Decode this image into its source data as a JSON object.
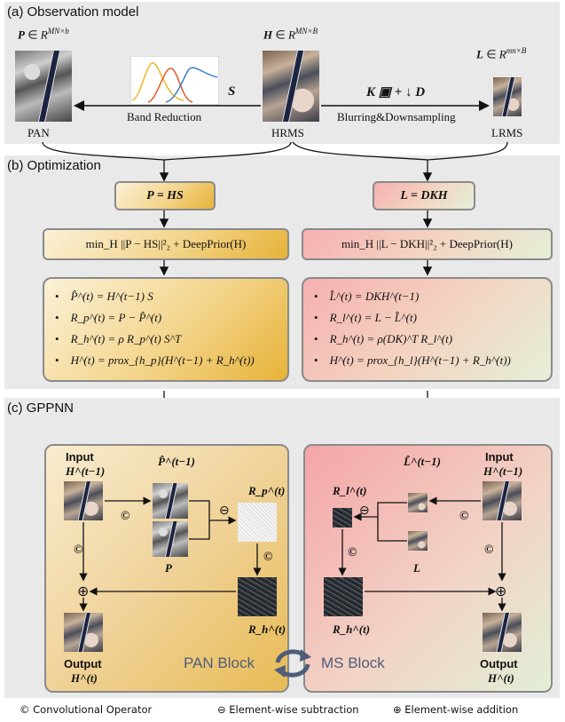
{
  "sections": {
    "a_title": "(a) Observation model",
    "b_title": "(b) Optimization",
    "c_title": "(c) GPPNN"
  },
  "observation": {
    "pan_eq": "P ∈ R^{MN×b}",
    "hrms_eq": "H ∈ R^{MN×B}",
    "lrms_eq": "L ∈ R^{mn×B}",
    "pan_label": "PAN",
    "hrms_label": "HRMS",
    "lrms_label": "LRMS",
    "s_symbol": "S",
    "band_reduction": "Band Reduction",
    "kd_op": "K ▣ + ↓ D",
    "blur_down": "Blurring&Downsampling"
  },
  "optimization": {
    "left_model": "P = HS",
    "right_model": "L = DKH",
    "left_objective": "min_H ||P − HS||²₂ + DeepPrior(H)",
    "right_objective": "min_H ||L − DKH||²₂ + DeepPrior(H)",
    "left_steps": [
      "P̂^(t) = H^(t−1) S",
      "R_p^(t) = P − P̂^(t)",
      "R_h^(t) = ρ R_p^(t) S^T",
      "H^(t) = prox_{h_p}(H^(t−1) + R_h^(t))"
    ],
    "right_steps": [
      "L̂^(t) = DKH^(t−1)",
      "R_l^(t) = L − L̂^(t)",
      "R_h^(t) = ρ(DK)^T R_l^(t)",
      "H^(t) = prox_{h_l}(H^(t−1) + R_h^(t))"
    ],
    "bullet": "•"
  },
  "gppnn": {
    "pan": {
      "input_label": "Input",
      "input_var": "H^(t−1)",
      "p_hat": "P̂^(t−1)",
      "p": "P",
      "rp": "R_p^(t)",
      "rh": "R_h^(t)",
      "output_label": "Output",
      "output_var": "H^(t)",
      "block_name": "PAN Block"
    },
    "ms": {
      "input_label": "Input",
      "input_var": "H^(t−1)",
      "l_hat": "L̂^(t−1)",
      "l": "L",
      "rl": "R_l^(t)",
      "rh": "R_h^(t)",
      "output_label": "Output",
      "output_var": "H^(t)",
      "block_name": "MS Block"
    },
    "conv_symbol": "©",
    "sub_symbol": "⊖",
    "add_symbol": "⊕"
  },
  "legend": {
    "conv": "© Convolutional Operator",
    "sub": "⊖ Element-wise subtraction",
    "add": "⊕ Element-wise addition"
  },
  "colors": {
    "pan_accent": "#e8b33a",
    "ms_accent": "#f2a3a6",
    "ms_green": "#e2eed7",
    "block_text": "#4f5e78",
    "section_bg": "#e9e9ea"
  }
}
